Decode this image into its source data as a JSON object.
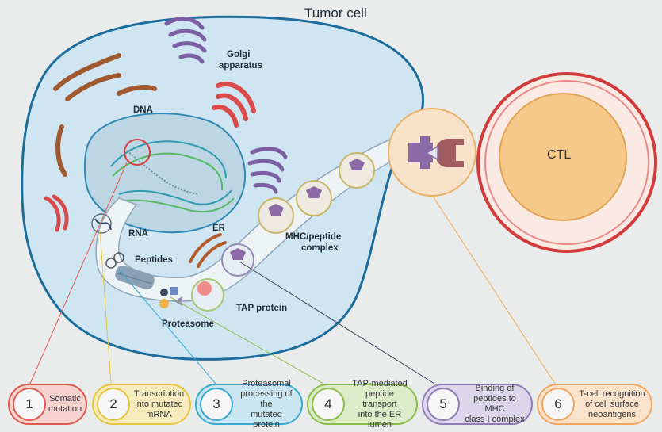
{
  "diagram": {
    "title": "Tumor cell",
    "labels": {
      "golgi": "Golgi\napparatus",
      "dna": "DNA",
      "rna": "RNA",
      "er": "ER",
      "peptides": "Peptides",
      "mhc": "MHC/peptide\ncomplex",
      "tap": "TAP protein",
      "proteasome": "Proteasome",
      "ctl": "CTL"
    },
    "steps": [
      {
        "num": "1",
        "text": "Somatic\nmutation",
        "color": "#e05a4f",
        "bg": "#f7d3cf"
      },
      {
        "num": "2",
        "text": "Transcription\ninto mutated\nmRNA",
        "color": "#e8c43e",
        "bg": "#f6ecbd"
      },
      {
        "num": "3",
        "text": "Proteasomal\nprocessing of the\nmutated protein",
        "color": "#3aa8cf",
        "bg": "#c9e6f1"
      },
      {
        "num": "4",
        "text": "TAP-mediated\npeptide transport\ninto the ER lumen",
        "color": "#8bbd4a",
        "bg": "#ddecc8"
      },
      {
        "num": "5",
        "text": "Binding of\npeptides to MHC\nclass I complex",
        "color": "#8f7db8",
        "bg": "#ddd7ec"
      },
      {
        "num": "6",
        "text": "T-cell recognition\nof cell surface\nneoantigens",
        "color": "#f0a760",
        "bg": "#fbe3cc"
      }
    ]
  }
}
